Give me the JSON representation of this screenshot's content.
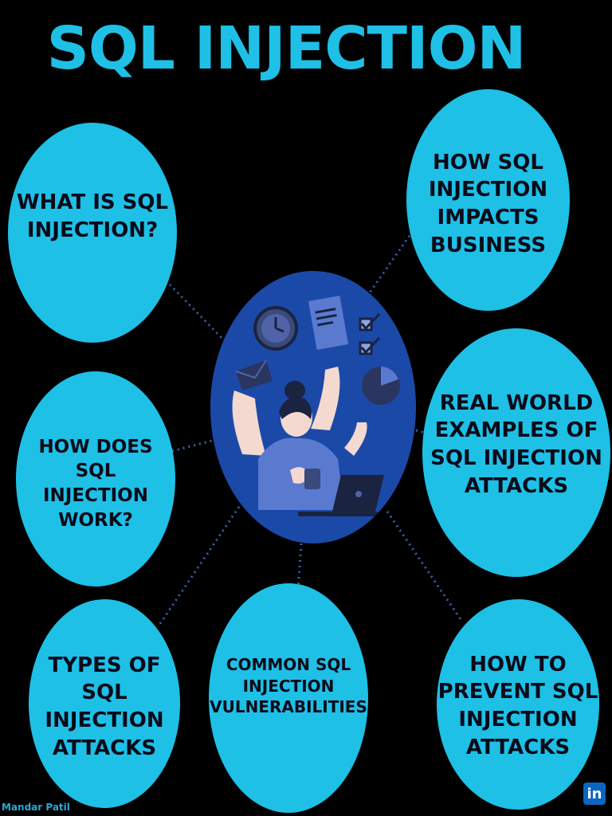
{
  "title": "SQL INJECTION",
  "topics": {
    "what_is": "WHAT IS SQL\nINJECTION?",
    "impacts": "HOW SQL\nINJECTION\nIMPACTS\nBUSINESS",
    "how_works": "HOW DOES SQL\nINJECTION\nWORK?",
    "real_world": "REAL WORLD\nEXAMPLES OF\nSQL INJECTION\nATTACKS",
    "types": "TYPES OF\nSQL\nINJECTION\nATTACKS",
    "vulnerabilities": "COMMON SQL\nINJECTION\nVULNERABILITIES",
    "prevent": "HOW TO\nPREVENT SQL\nINJECTION\nATTACKS"
  },
  "author": "Mandar Patil",
  "social_icon": "linkedin-icon",
  "colors": {
    "background": "#000000",
    "bubble": "#1ec0e6",
    "center": "#1b49a8",
    "text": "#0a0a18"
  }
}
